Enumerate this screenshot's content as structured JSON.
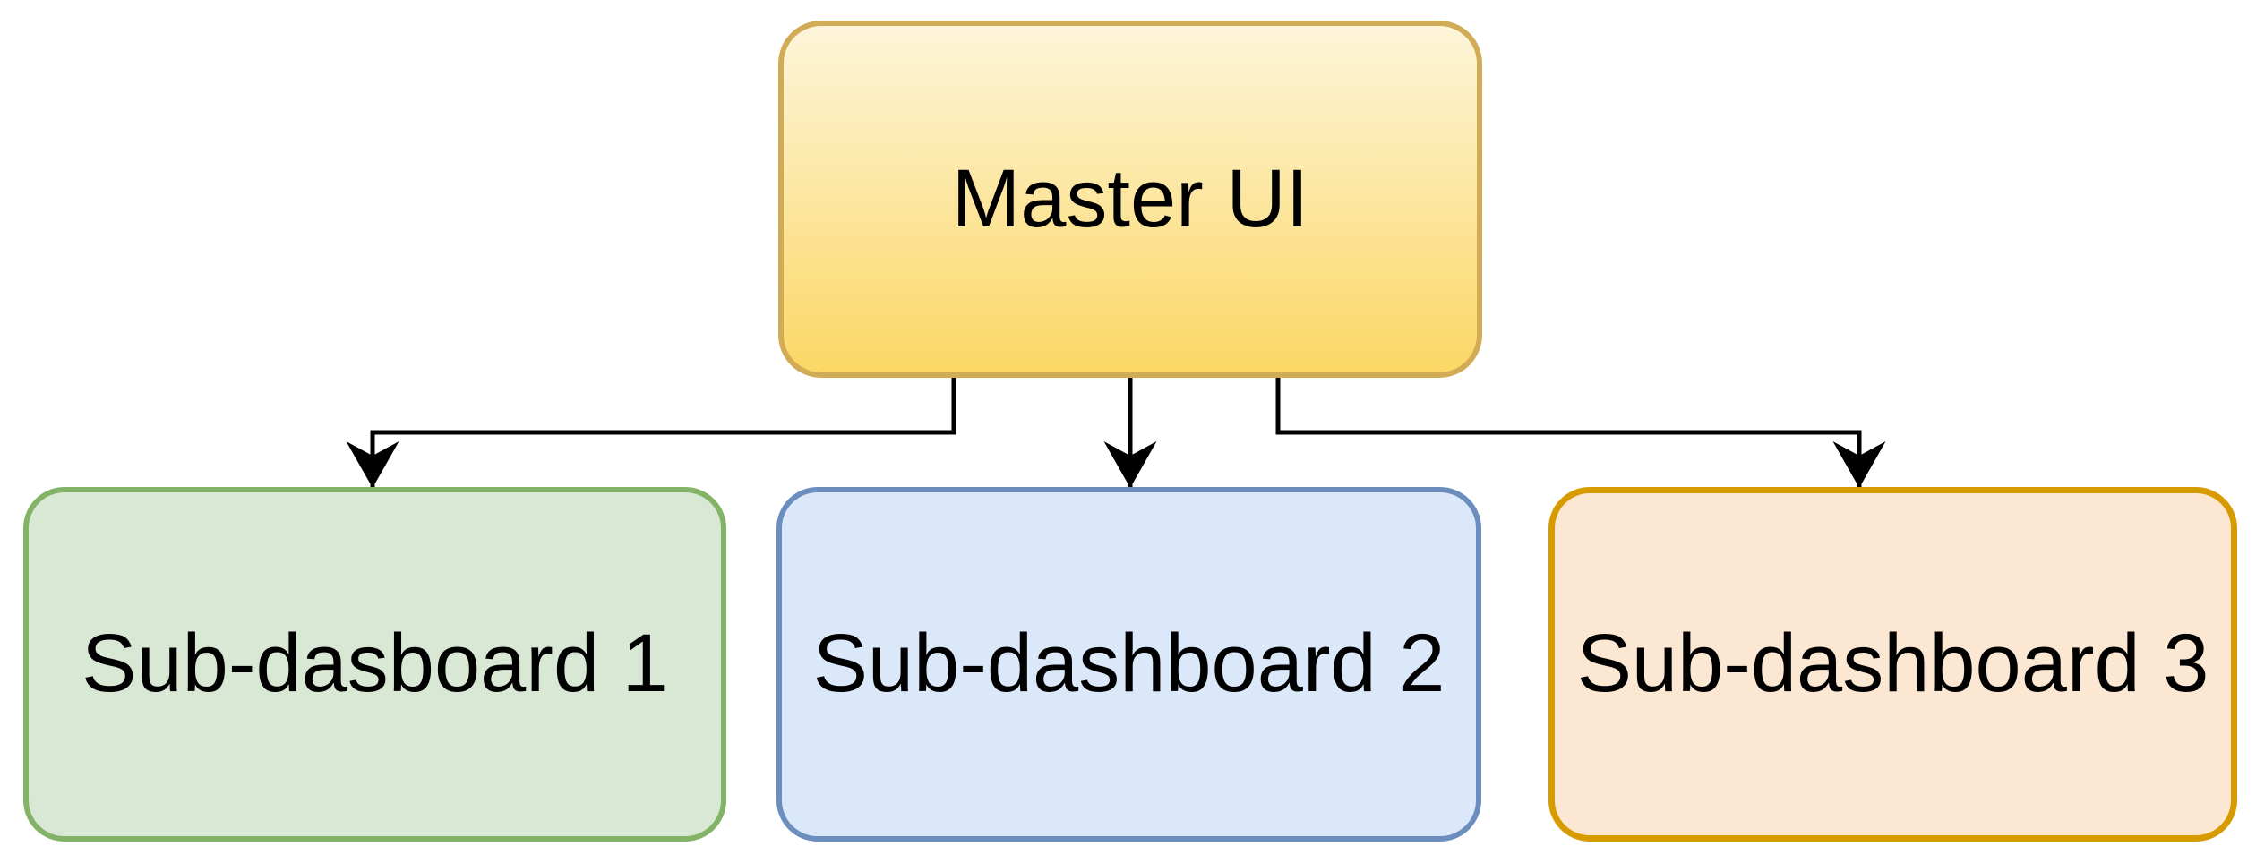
{
  "diagram_title": "",
  "nodes": {
    "master": {
      "label": "Master UI"
    },
    "sub1": {
      "label": "Sub-dasboard 1"
    },
    "sub2": {
      "label": "Sub-dashboard 2"
    },
    "sub3": {
      "label": "Sub-dashboard 3"
    }
  },
  "edges": [
    {
      "from": "Master UI",
      "to": "Sub-dasboard 1",
      "arrow": "classic-down"
    },
    {
      "from": "Master UI",
      "to": "Sub-dashboard 2",
      "arrow": "classic-down"
    },
    {
      "from": "Master UI",
      "to": "Sub-dashboard 3",
      "arrow": "classic-down"
    }
  ],
  "colors": {
    "background": "#ffffff",
    "text": "#000000",
    "connector": "#000000",
    "master_fill_top": "#fdf5da",
    "master_fill_bottom": "#fcd765",
    "master_border": "#d2ab56",
    "sub1_fill": "#d8e8d5",
    "sub1_border": "#82b366",
    "sub2_fill": "#dbe8fa",
    "sub2_border": "#6c8ebf",
    "sub3_fill": "#fce7d2",
    "sub3_border": "#d79b00"
  }
}
